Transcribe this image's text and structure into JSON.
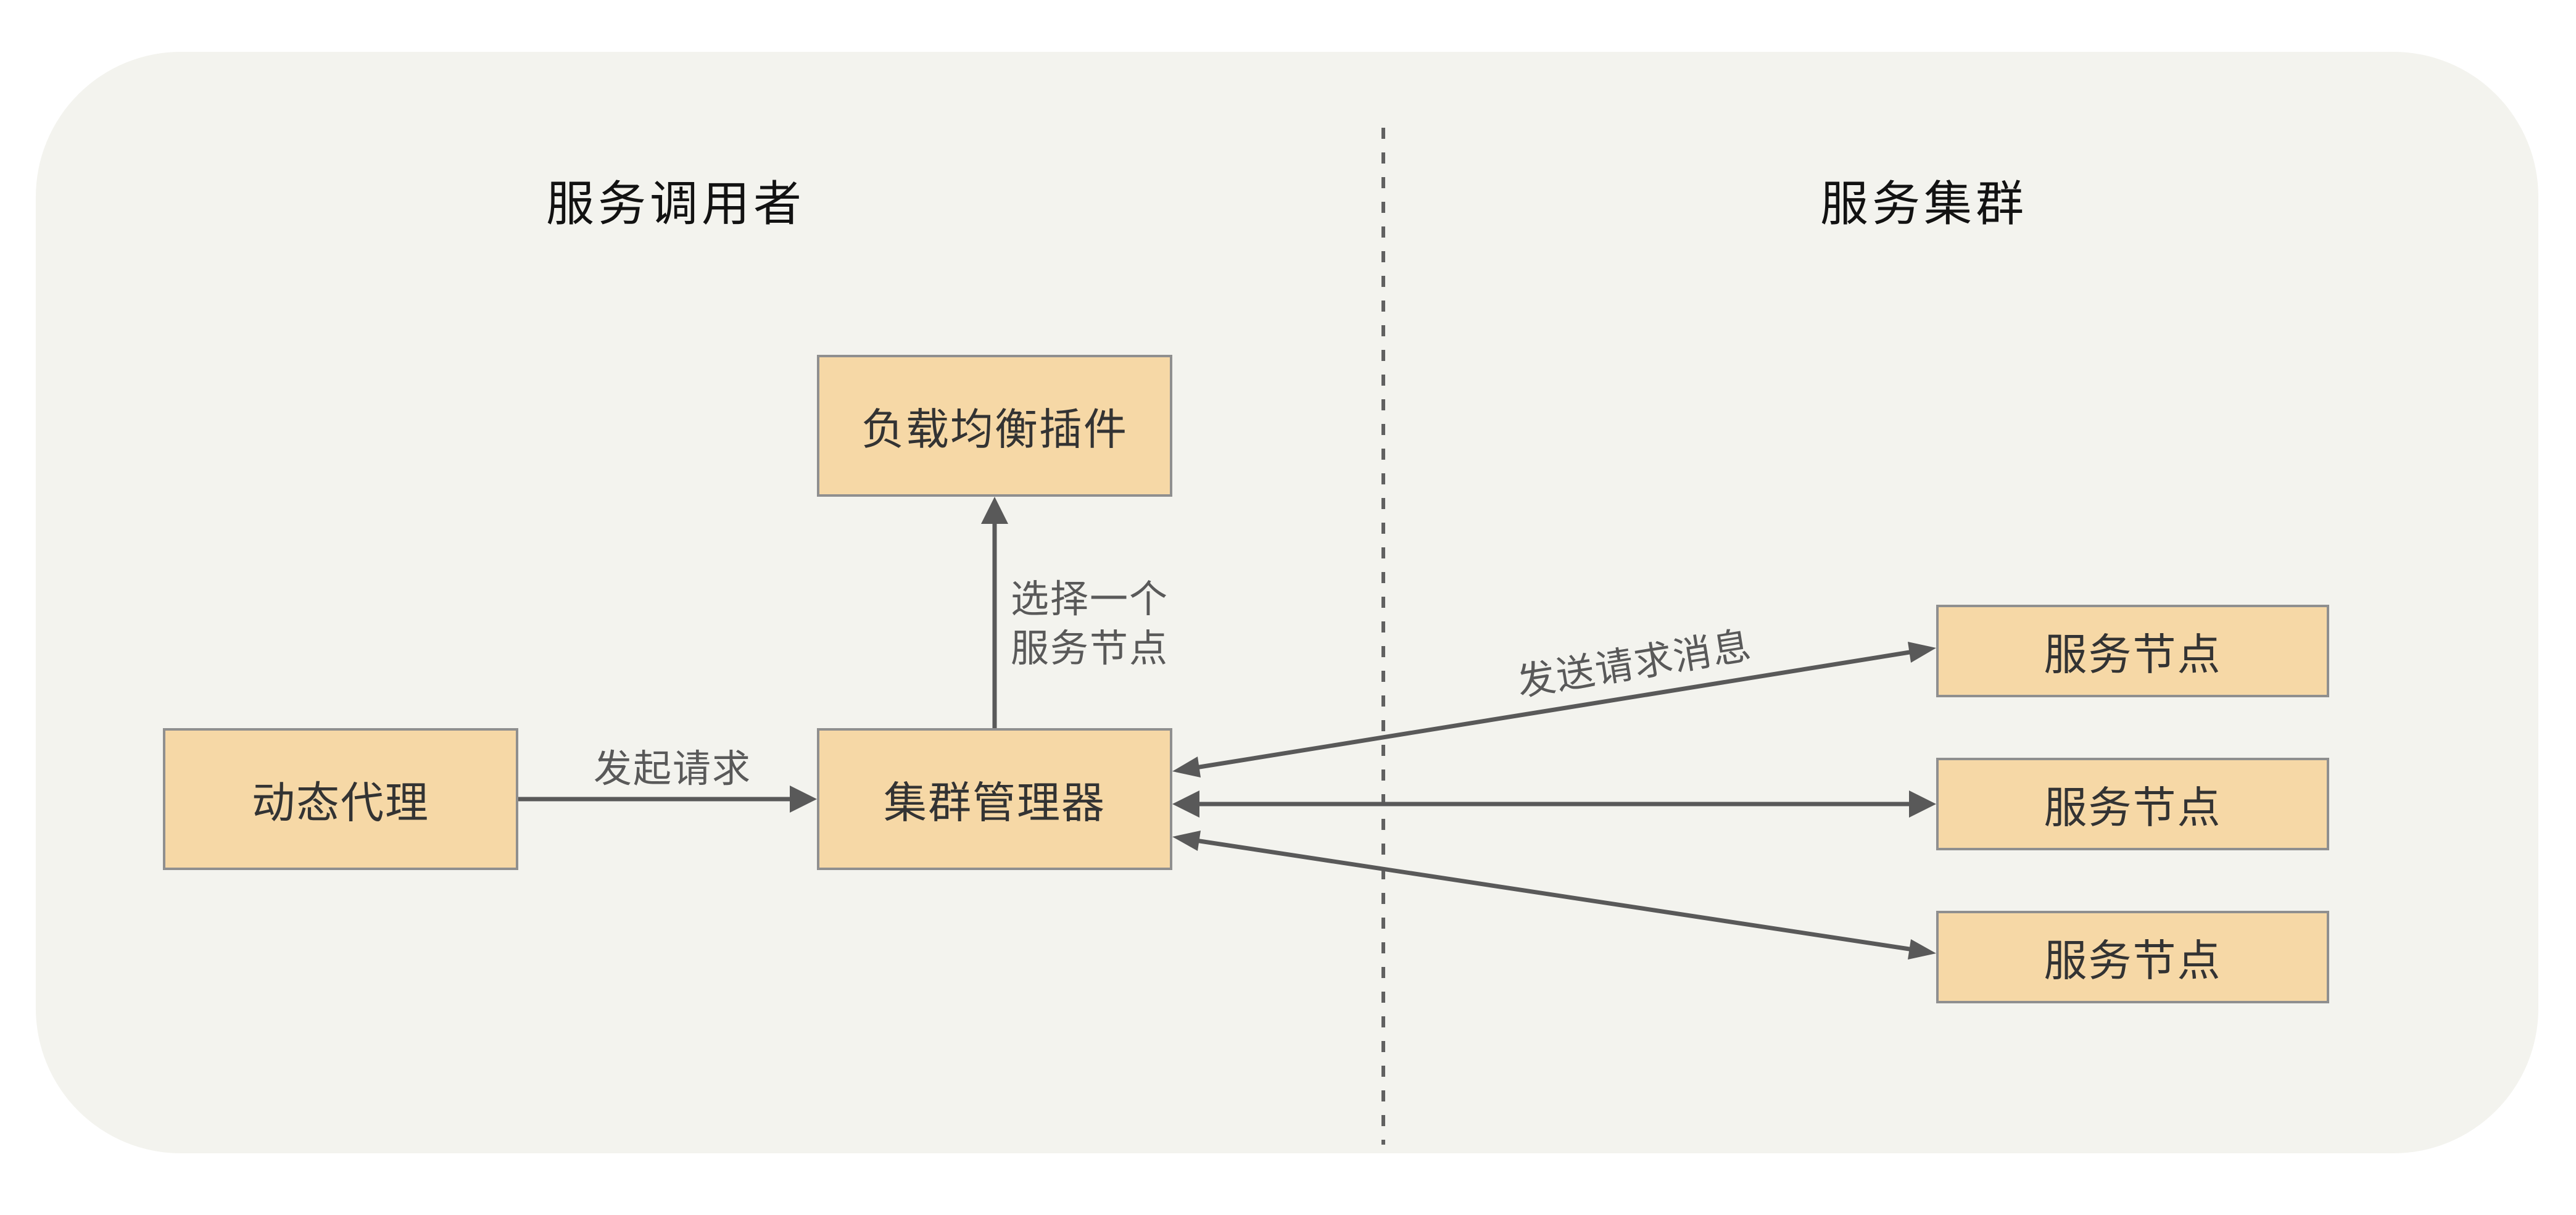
{
  "diagram": {
    "sections": {
      "caller_title": "服务调用者",
      "cluster_title": "服务集群"
    },
    "nodes": {
      "dynamic_proxy": "动态代理",
      "load_balance_plugin": "负载均衡插件",
      "cluster_manager": "集群管理器",
      "service_node_top": "服务节点",
      "service_node_middle": "服务节点",
      "service_node_bottom": "服务节点"
    },
    "edge_labels": {
      "initiate_request": "发起请求",
      "select_node_line1": "选择一个",
      "select_node_line2": "服务节点",
      "send_request": "发送请求消息"
    },
    "edges": [
      {
        "from": "dynamic_proxy",
        "to": "cluster_manager",
        "label": "发起请求",
        "arrows": "single"
      },
      {
        "from": "cluster_manager",
        "to": "load_balance_plugin",
        "label": "选择一个 服务节点",
        "arrows": "single"
      },
      {
        "from": "cluster_manager",
        "to": "service_node_top",
        "label": "发送请求消息",
        "arrows": "double"
      },
      {
        "from": "cluster_manager",
        "to": "service_node_middle",
        "label": "",
        "arrows": "double"
      },
      {
        "from": "cluster_manager",
        "to": "service_node_bottom",
        "label": "",
        "arrows": "double"
      }
    ],
    "colors": {
      "page_background": "#ffffff",
      "card_background": "#f3f3ee",
      "node_fill": "#f6d8a6",
      "node_border": "#8f8f8f",
      "node_text": "#333333",
      "title_text": "#121212",
      "edge_stroke": "#595959",
      "edge_label_text": "#595959",
      "divider_stroke": "#616161"
    }
  }
}
